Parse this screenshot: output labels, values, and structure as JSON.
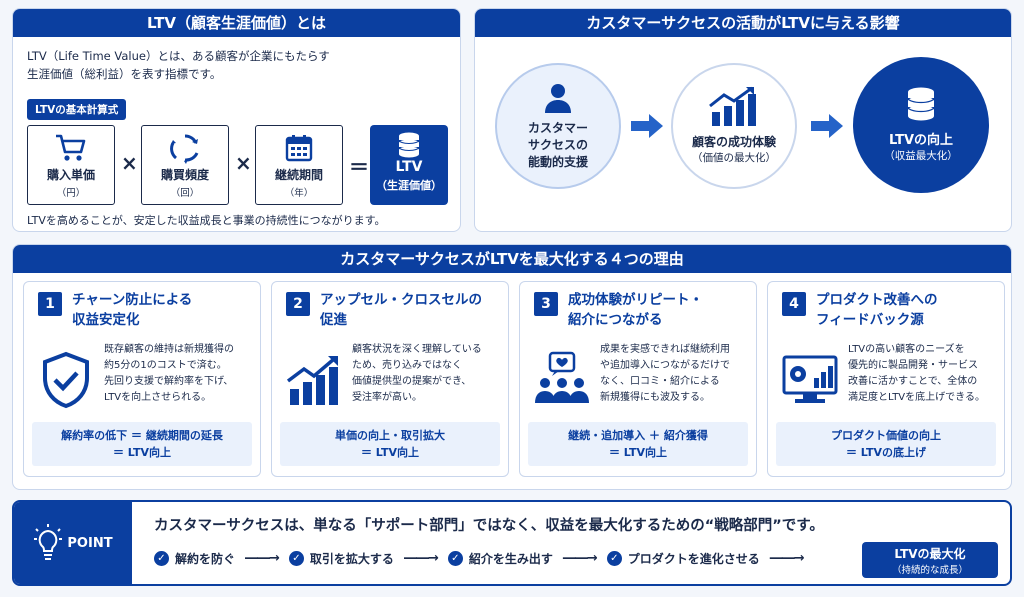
{
  "ltv_panel": {
    "title": "LTV（顧客生涯価値）とは",
    "intro_line1": "LTV（Life Time Value）とは、ある顧客が企業にもたらす",
    "intro_line2": "生涯価値（総利益）を表す指標です。",
    "formula_label": "LTVの基本計算式",
    "factors": [
      {
        "label": "購入単価",
        "unit": "（円）",
        "icon": "cart-icon"
      },
      {
        "label": "購買頻度",
        "unit": "（回）",
        "icon": "cycle-icon"
      },
      {
        "label": "継続期間",
        "unit": "（年）",
        "icon": "calendar-icon"
      }
    ],
    "op_multiply": "×",
    "op_equals": "＝",
    "result_label": "LTV",
    "result_sub": "（生涯価値）",
    "note": "LTVを高めることが、安定した収益成長と事業の持続性につながります。"
  },
  "impact_panel": {
    "title": "カスタマーサクセスの活動がLTVに与える影響",
    "step1_line1": "カスタマー",
    "step1_line2": "サクセスの",
    "step1_line3": "能動的支援",
    "step2_title": "顧客の成功体験",
    "step2_sub": "（価値の最大化）",
    "step3_title": "LTVの向上",
    "step3_sub": "（収益最大化）"
  },
  "reasons_panel": {
    "title": "カスタマーサクセスがLTVを最大化する４つの理由",
    "reasons": [
      {
        "num": "1",
        "title_l1": "チャーン防止による",
        "title_l2": "収益安定化",
        "body": [
          "既存顧客の維持は新規獲得の",
          "約5分の1のコストで済む。",
          "先回り支援で解約率を下げ、",
          "LTVを向上させられる。"
        ],
        "foot_l1": "解約率の低下 ＝ 継続期間の延長",
        "foot_l2": "＝ LTV向上"
      },
      {
        "num": "2",
        "title_l1": "アップセル・クロスセルの",
        "title_l2": "促進",
        "body": [
          "顧客状況を深く理解している",
          "ため、売り込みではなく",
          "価値提供型の提案ができ、",
          "受注率が高い。"
        ],
        "foot_l1": "単価の向上・取引拡大",
        "foot_l2": "＝ LTV向上"
      },
      {
        "num": "3",
        "title_l1": "成功体験がリピート・",
        "title_l2": "紹介につながる",
        "body": [
          "成果を実感できれば継続利用",
          "や追加導入につながるだけで",
          "なく、口コミ・紹介による",
          "新規獲得にも波及する。"
        ],
        "foot_l1": "継続・追加導入 ＋ 紹介獲得",
        "foot_l2": "＝ LTV向上"
      },
      {
        "num": "4",
        "title_l1": "プロダクト改善への",
        "title_l2": "フィードバック源",
        "body": [
          "LTVの高い顧客のニーズを",
          "優先的に製品開発・サービス",
          "改善に活かすことで、全体の",
          "満足度とLTVを底上げできる。"
        ],
        "foot_l1": "プロダクト価値の向上",
        "foot_l2": "＝ LTVの底上げ"
      }
    ]
  },
  "point_panel": {
    "label": "POINT",
    "message": "カスタマーサクセスは、単なる「サポート部門」ではなく、収益を最大化するための“戦略部門”です。",
    "steps": [
      "解約を防ぐ",
      "取引を拡大する",
      "紹介を生み出す",
      "プロダクトを進化させる"
    ],
    "arrow": "――→",
    "check": "✓",
    "final_title": "LTVの最大化",
    "final_sub": "（持続的な成長）"
  }
}
